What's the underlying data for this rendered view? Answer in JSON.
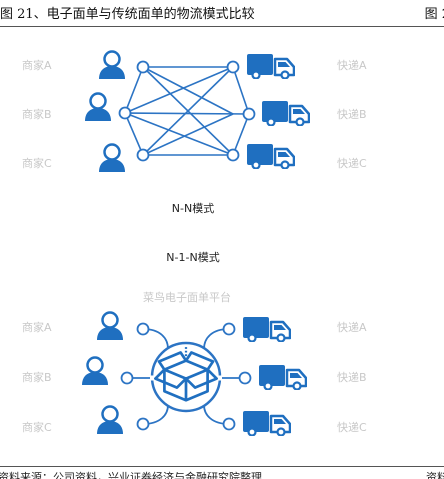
{
  "header": {
    "title": "图 21、电子面单与传统面单的物流模式比较",
    "right": "图 2"
  },
  "top_diagram": {
    "merchants": [
      "商家A",
      "商家B",
      "商家C"
    ],
    "couriers": [
      "快递A",
      "快递B",
      "快递C"
    ],
    "mode_label": "N-N模式"
  },
  "bottom_diagram": {
    "mode_label": "N-1-N模式",
    "platform_label": "菜鸟电子面单平台",
    "merchants": [
      "商家A",
      "商家B",
      "商家C"
    ],
    "couriers": [
      "快递A",
      "快递B",
      "快递C"
    ]
  },
  "footer": {
    "source": "资料来源：公司资料，兴业证券经济与金融研究院整理",
    "right": "资料"
  },
  "colors": {
    "blue": "#1f6fc0",
    "line": "#2c74c4",
    "label": "#c8c8c8"
  }
}
